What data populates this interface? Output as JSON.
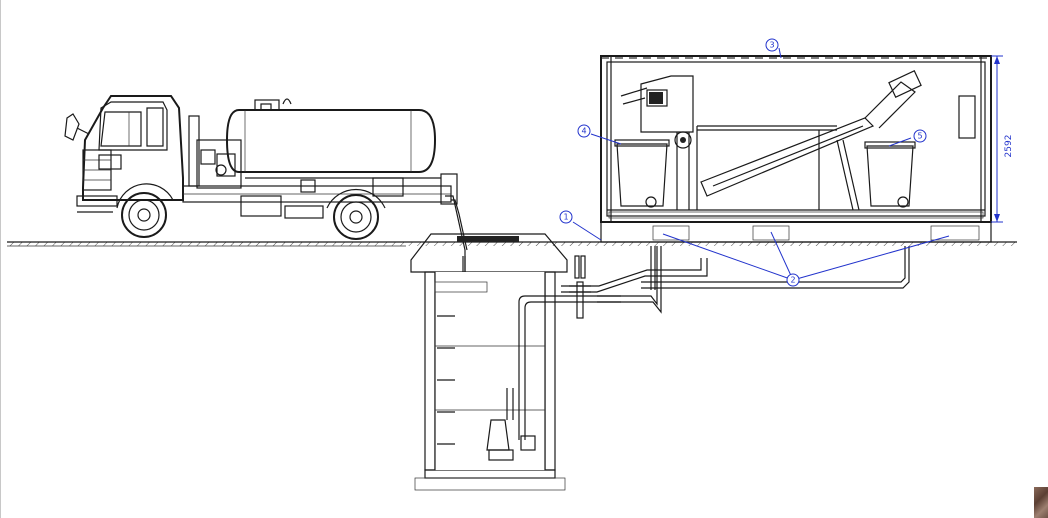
{
  "callouts": [
    {
      "id": "1",
      "label": "1"
    },
    {
      "id": "2",
      "label": "2"
    },
    {
      "id": "3",
      "label": "3"
    },
    {
      "id": "4",
      "label": "4"
    },
    {
      "id": "5",
      "label": "5"
    }
  ],
  "dimension": {
    "value": "2592"
  },
  "colors": {
    "lines": "#1a1a1a",
    "annotations": "#2233cc",
    "background": "#ffffff"
  }
}
